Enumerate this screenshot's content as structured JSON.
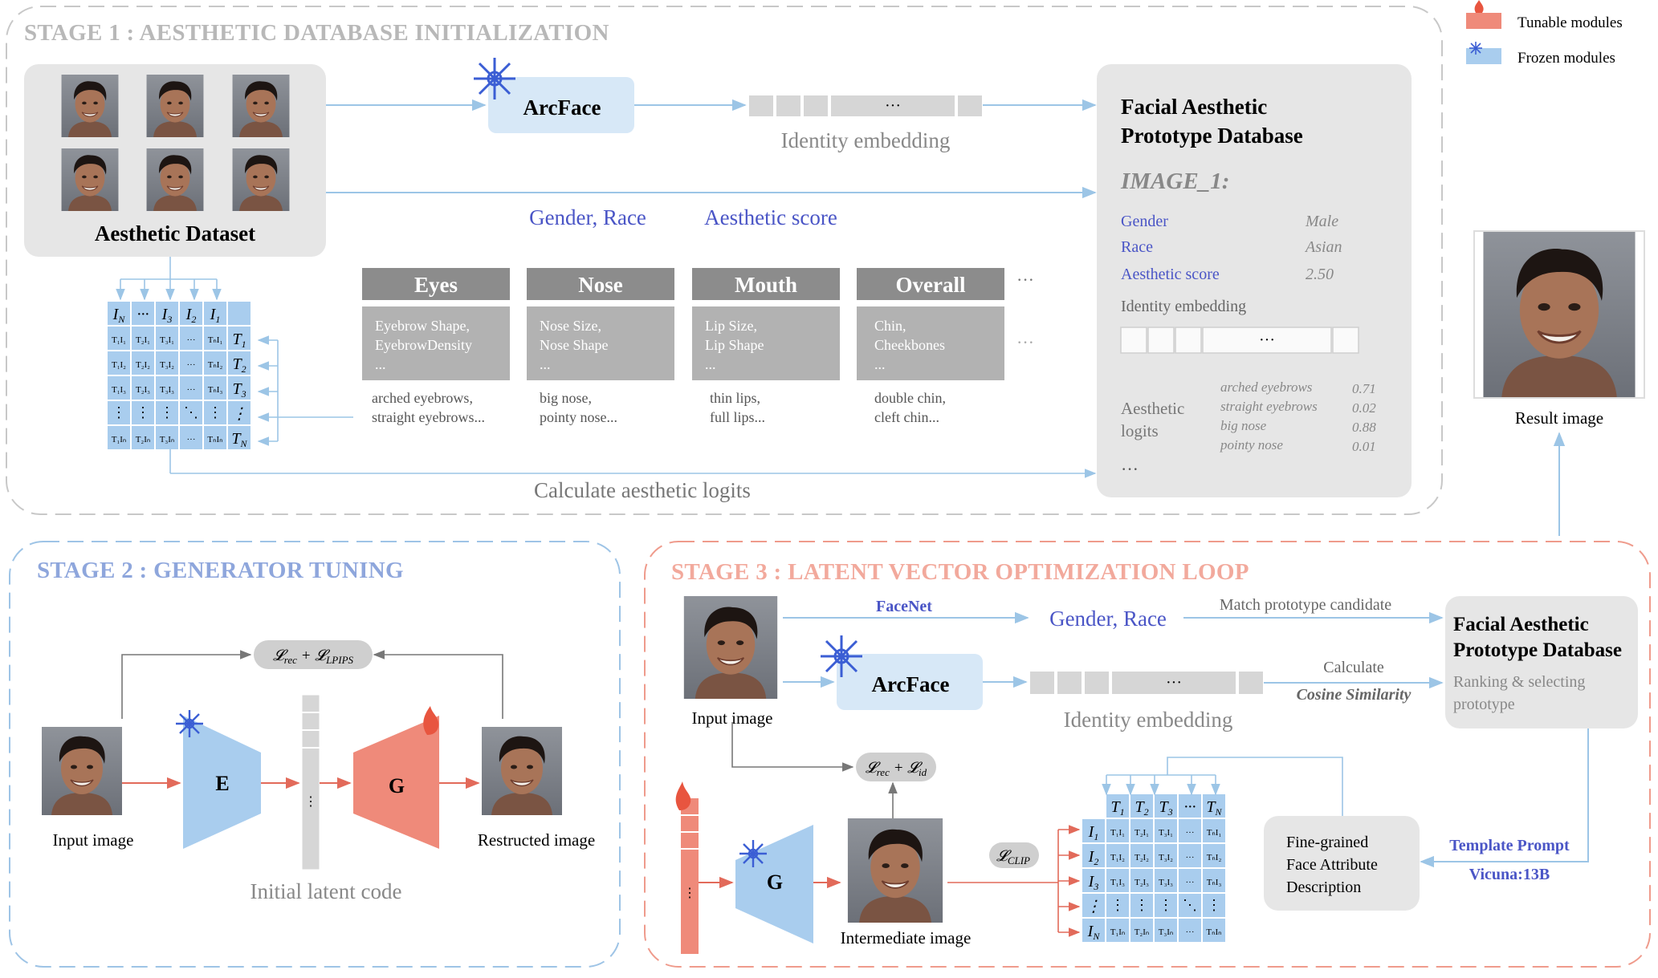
{
  "legend": {
    "tunable": "Tunable modules",
    "frozen": "Frozen modules"
  },
  "stage1": {
    "title": "STAGE 1 : AESTHETIC DATABASE INITIALIZATION",
    "dataset_label": "Aesthetic Dataset",
    "arcface": "ArcFace",
    "identity_embedding": "Identity embedding",
    "gender_race": "Gender, Race",
    "aesthetic_score": "Aesthetic score",
    "calc_logits": "Calculate aesthetic logits",
    "categories": [
      {
        "title": "Eyes",
        "items": [
          "Eyebrow Shape,",
          "EyebrowDensity",
          "..."
        ],
        "examples": [
          "arched eyebrows,",
          "straight eyebrows..."
        ]
      },
      {
        "title": "Nose",
        "items": [
          "Nose Size,",
          "Nose Shape",
          "..."
        ],
        "examples": [
          "big nose,",
          "pointy nose..."
        ]
      },
      {
        "title": "Mouth",
        "items": [
          "Lip Size,",
          "Lip Shape",
          "..."
        ],
        "examples": [
          "thin lips,",
          "full lips..."
        ]
      },
      {
        "title": "Overall",
        "items": [
          "Chin,",
          "Cheekbones",
          "..."
        ],
        "examples": [
          "double chin,",
          "cleft chin..."
        ]
      }
    ],
    "db": {
      "title": [
        "Facial Aesthetic",
        "Prototype Database"
      ],
      "image_label": "IMAGE_1:",
      "fields": [
        {
          "k": "Gender",
          "v": "Male"
        },
        {
          "k": "Race",
          "v": "Asian"
        },
        {
          "k": "Aesthetic score",
          "v": "2.50"
        }
      ],
      "identity_embedding": "Identity embedding",
      "logits_label": [
        "Aesthetic",
        "logits"
      ],
      "logits": [
        {
          "k": "arched eyebrows",
          "v": "0.71"
        },
        {
          "k": "straight eyebrows",
          "v": "0.02"
        },
        {
          "k": "big nose",
          "v": "0.88"
        },
        {
          "k": "pointy nose",
          "v": "0.01"
        }
      ]
    }
  },
  "stage2": {
    "title": "STAGE 2 : GENERATOR TUNING",
    "input": "Input image",
    "output": "Restructed image",
    "encoder": "E",
    "generator": "G",
    "latent": "Initial latent code",
    "loss": "𝓛rec + 𝓛LPIPS"
  },
  "stage3": {
    "title": "STAGE 3 : LATENT VECTOR OPTIMIZATION LOOP",
    "input": "Input image",
    "facenet": "FaceNet",
    "gender_race": "Gender, Race",
    "match": "Match prototype candidate",
    "arcface": "ArcFace",
    "identity_embedding": "Identity embedding",
    "calculate": "Calculate",
    "cosine": "Cosine Similarity",
    "db": {
      "title": [
        "Facial Aesthetic",
        "Prototype Database"
      ],
      "sub": [
        "Ranking & selecting",
        "prototype"
      ]
    },
    "loss": "𝓛rec + 𝓛id",
    "clip": "𝓛CLIP",
    "generator": "G",
    "intermediate": "Intermediate image",
    "fine": [
      "Fine-grained",
      "Face Attribute",
      "Description"
    ],
    "template": "Template Prompt",
    "vicuna": "Vicuna:13B"
  },
  "result": "Result image",
  "colors": {
    "blue_arrow": "#9cc5e6",
    "frozen_fill": "#a9cdee",
    "tunable_fill": "#ef8a7a",
    "stage1_border": "#c8c8c8",
    "stage2_border": "#9ec4e6",
    "stage3_border": "#ef9b8c",
    "label_blue": "#4a55c6",
    "title_grey": "#b8b8b8",
    "title_blue": "#8ea6dc",
    "title_red": "#f2a99c"
  }
}
